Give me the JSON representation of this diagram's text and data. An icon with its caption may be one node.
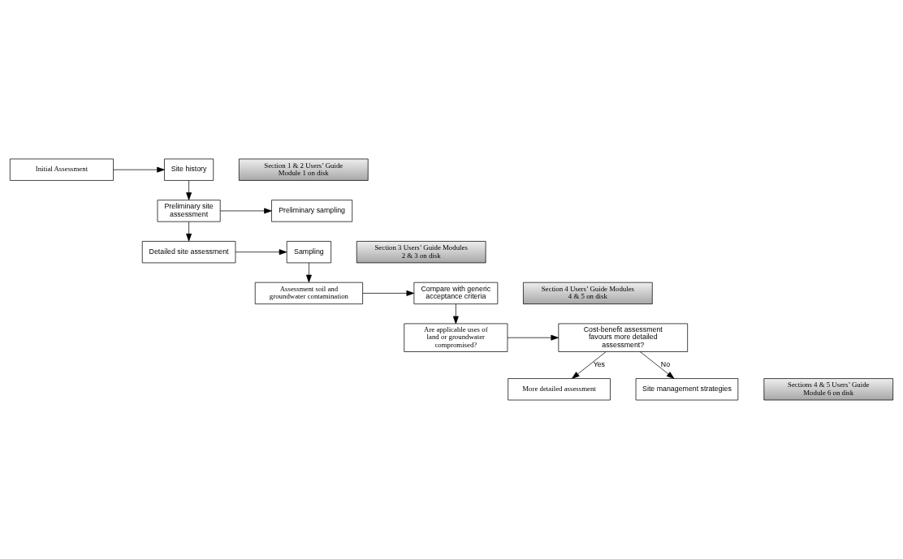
{
  "diagram": {
    "nodes": [
      {
        "text": [
          "Initial Assessment"
        ]
      },
      {
        "text": [
          "Site history"
        ]
      },
      {
        "text": [
          "Section 1 & 2 Users’ Guide Module 1 on disk"
        ]
      },
      {
        "text": [
          "Preliminary site assessment"
        ]
      },
      {
        "text": [
          "Preliminary sampling"
        ]
      },
      {
        "text": [
          "Detailed site assessment"
        ]
      },
      {
        "text": [
          "Sampling"
        ]
      },
      {
        "text": [
          "Section 3 Users’ Guide Modules 2 & 3 on disk"
        ]
      },
      {
        "text": [
          "Assessment soil and groundwater contamination"
        ]
      },
      {
        "text": [
          "Compare with generic acceptance criteria"
        ]
      },
      {
        "text": [
          "Section 4 Users’ Guide Modules 4 & 5 on disk"
        ]
      },
      {
        "text": [
          "Are applicable uses of land or groundwater compromised?"
        ]
      },
      {
        "text": [
          "Cost-benefit assessment favours more detailed assessment?"
        ]
      },
      {
        "text": [
          "More detailed assessment"
        ]
      },
      {
        "text": [
          "Site management strategies"
        ]
      },
      {
        "text": [
          "Sections 4 & 5 Users’ Guide Module 6 on disk"
        ]
      }
    ],
    "edges": [
      {
        "from": 0,
        "to": 1,
        "arrow": "to"
      },
      {
        "from": 1,
        "to": 3,
        "arrow": "to"
      },
      {
        "from": 3,
        "to": 4,
        "arrow": "to"
      },
      {
        "from": 3,
        "to": 5,
        "arrow": "to"
      },
      {
        "from": 5,
        "to": 6,
        "arrow": "to"
      },
      {
        "from": 6,
        "to": 8,
        "arrow": "to"
      },
      {
        "from": 8,
        "to": 9,
        "arrow": "to"
      },
      {
        "from": 9,
        "to": 11,
        "arrow": "to"
      },
      {
        "from": 11,
        "to": 12,
        "arrow": "to"
      },
      {
        "from": 12,
        "to": 13,
        "arrow": "to",
        "label": "Yes"
      },
      {
        "from": 12,
        "to": 14,
        "arrow": "to",
        "label": "No"
      }
    ]
  }
}
